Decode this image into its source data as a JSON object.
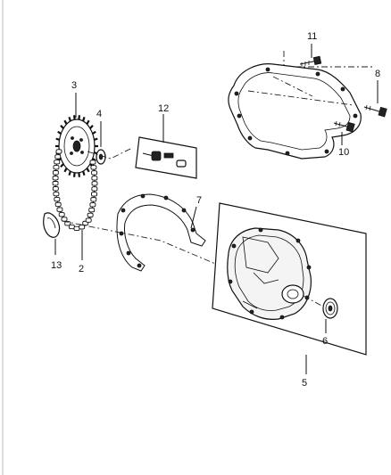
{
  "callouts": {
    "c1": "2",
    "c2": "3",
    "c3": "4",
    "c4": "5",
    "c5": "6",
    "c6": "7",
    "c7": "8",
    "c8": "10",
    "c9": "11",
    "c10": "12",
    "c11": "13"
  }
}
